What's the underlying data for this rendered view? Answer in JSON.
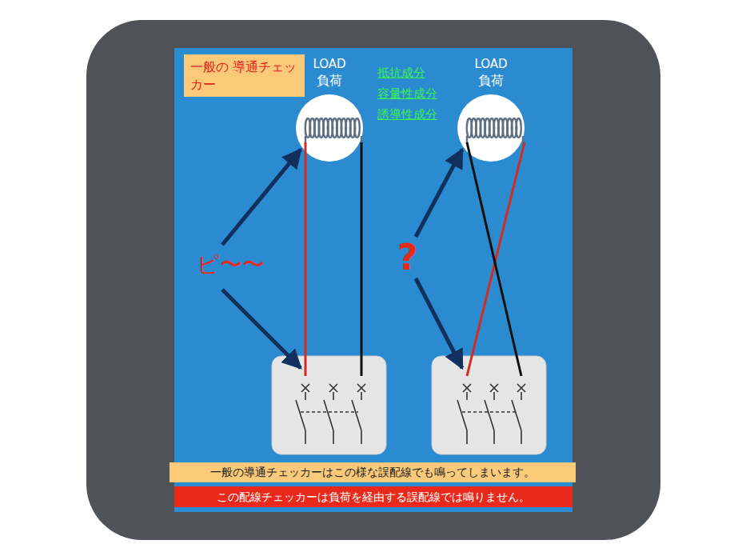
{
  "diagram": {
    "nodes": [
      {
        "text": [
          "一般の 導通チェッカー"
        ]
      },
      {
        "text": [
          "一般の導通チェッカーはこの様な誤配線でも鳴ってしまいます。"
        ]
      },
      {
        "text": [
          "この配線チェッカーは負荷を経由する誤配線では鳴りません。"
        ]
      }
    ],
    "labels": [
      "LOAD",
      "負荷",
      "LOAD",
      "負荷",
      "抵抗成分",
      "容量性成分",
      "誘導性成分",
      "ピ〜〜",
      "?"
    ]
  }
}
